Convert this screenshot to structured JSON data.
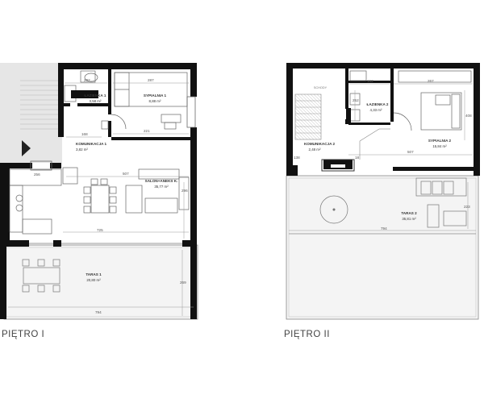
{
  "floors": [
    {
      "title": "PIĘTRO I",
      "rooms": [
        {
          "name": "ŁAZIENKA 1",
          "area": "3,58 m²"
        },
        {
          "name": "SYPIALNIA 1",
          "area": "8,88 m²"
        },
        {
          "name": "KOMUNIKACJA 1",
          "area": "3,82 m²"
        },
        {
          "name": "SALON+ANEKS K.",
          "area": "35,77 m²"
        },
        {
          "name": "TARAS 1",
          "area": "20,80 m²"
        }
      ],
      "dimensions": [
        "202",
        "287",
        "168",
        "221",
        "256",
        "507",
        "296",
        "725",
        "794",
        "269"
      ]
    },
    {
      "title": "PIĘTRO II",
      "rooms": [
        {
          "name": "ŁAZIENKA 2",
          "area": "4,33 m²"
        },
        {
          "name": "SYPIALNIA 2",
          "area": "15,84 m²"
        },
        {
          "name": "KOMUNIKACJA 2",
          "area": "2,48 m²"
        },
        {
          "name": "TARAS 2",
          "area": "35,81 m²"
        }
      ],
      "dimensions": [
        "162",
        "267",
        "252",
        "408",
        "507",
        "138",
        "18",
        "794",
        "223"
      ]
    }
  ],
  "colors": {
    "wall": "#111111",
    "line": "#555555",
    "terrace": "#f4f4f4",
    "text": "#444444"
  }
}
